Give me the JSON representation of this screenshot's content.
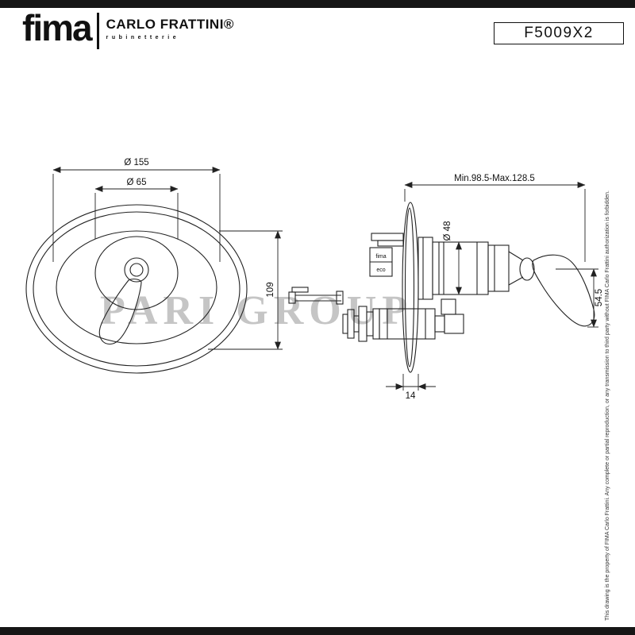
{
  "page": {
    "code": "F5009X2",
    "watermark": "PARI GROUP",
    "disclaimer": "This drawing is the property of FIMA Carlo Frattini. Any complete or partial reproduction, or any transmission to third party without FIMA Carlo Frattini authorization is forbidden."
  },
  "brand": {
    "name": "fima",
    "designer": "CARLO FRATTINI®",
    "tagline": "rubinetterie"
  },
  "dimensions": {
    "front_outer_diameter": "Ø 155",
    "front_inner_diameter": "Ø 65",
    "front_height": "109",
    "side_depth_range": "Min.98.5-Max.128.5",
    "body_diameter": "Ø 48",
    "handle_drop": "54.5",
    "plate_thickness": "14"
  },
  "body_markings": {
    "line1": "fima",
    "line2": "eco"
  },
  "colors": {
    "line": "#222222",
    "bar": "#161616",
    "watermark": "#c5c5c5"
  }
}
